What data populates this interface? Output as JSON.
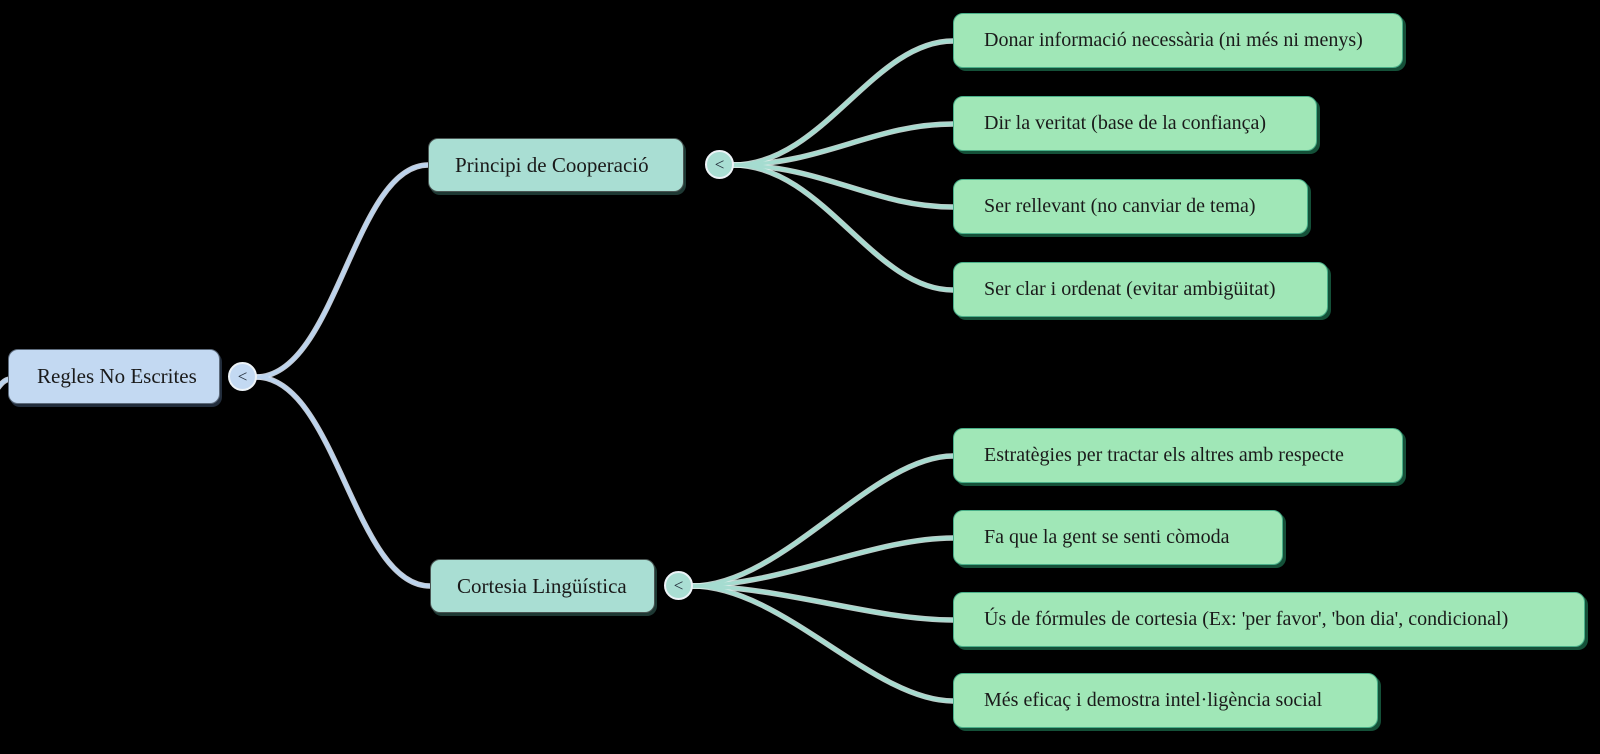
{
  "background": "#000000",
  "toggle_glyph": "<",
  "colors": {
    "background": "#000000",
    "root_fill": "#c3d9f2",
    "root_border": "#5d6b7c",
    "root_edge": "#bcd4ee",
    "branch_fill": "#a9ded3",
    "branch_border": "#4a5553",
    "branch_edge": "#a5dcd0",
    "leaf_fill": "#a0e7b7",
    "leaf_border": "#49b089",
    "text": "#1a1a1a"
  },
  "root": {
    "label": "Regles No Escrites"
  },
  "branches": [
    {
      "label": "Principi de Cooperació",
      "children": [
        {
          "label": "Donar informació necessària (ni més ni menys)"
        },
        {
          "label": "Dir la veritat (base de la confiança)"
        },
        {
          "label": "Ser rellevant (no canviar de tema)"
        },
        {
          "label": "Ser clar i ordenat (evitar ambigüitat)"
        }
      ]
    },
    {
      "label": "Cortesia Lingüística",
      "children": [
        {
          "label": "Estratègies per tractar els altres amb respecte"
        },
        {
          "label": "Fa que la gent se senti còmoda"
        },
        {
          "label": "Ús de fórmules de cortesia (Ex: 'per favor', 'bon dia', condicional)"
        },
        {
          "label": "Més eficaç i demostra intel·ligència social"
        }
      ]
    }
  ]
}
